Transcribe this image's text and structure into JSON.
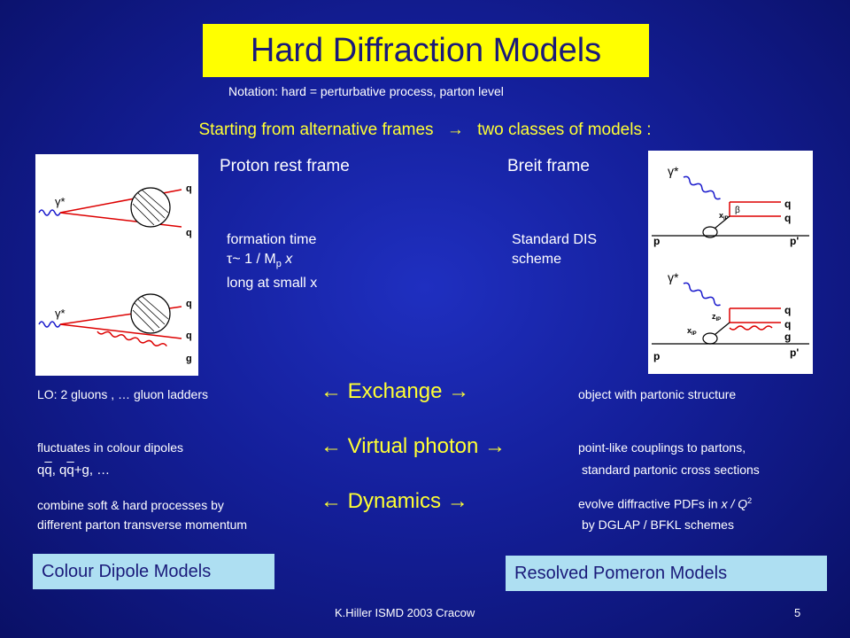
{
  "title": "Hard Diffraction Models",
  "notation": "Notation: hard = perturbative process, parton level",
  "intro": {
    "left": "Starting from alternative frames",
    "arrow": "→",
    "right": "two classes of models :"
  },
  "frames": {
    "proton_rest": "Proton rest frame",
    "breit": "Breit frame"
  },
  "proton_note": {
    "line1": "formation time",
    "line2_tau": "τ",
    "line2_rest": "~ 1 / M",
    "line2_sub": "p",
    "line2_x": " x",
    "line3": "long at small x"
  },
  "breit_note": {
    "line1": "Standard DIS",
    "line2": "scheme"
  },
  "diagrams": {
    "gamma": "γ*",
    "q": "q",
    "g": "g",
    "p": "p",
    "p_prime": "p'",
    "x_ip": "x",
    "ip": "IP",
    "beta": "β",
    "z_ip": "z"
  },
  "rows": {
    "exchange": {
      "left": "LO: 2 gluons , … gluon ladders",
      "label": "←   Exchange   →",
      "right": "object with partonic structure"
    },
    "virtual_photon": {
      "left1": "fluctuates in colour dipoles",
      "left2_a": "q",
      "left2_b": "q",
      "left2_c": ", q",
      "left2_d": "q",
      "left2_e": "+g, …",
      "label": "←  Virtual photon →",
      "right1": "point-like couplings to partons,",
      "right2": "standard partonic cross sections"
    },
    "dynamics": {
      "left1": "combine soft & hard processes by",
      "left2": "different parton transverse momentum",
      "label": "←    Dynamics    →",
      "right1_a": "evolve diffractive PDFs in ",
      "right1_b": "x / Q",
      "right1_sup": "2",
      "right2": "by DGLAP / BFKL schemes"
    }
  },
  "models": {
    "left": "Colour Dipole  Models",
    "right": "Resolved Pomeron Models"
  },
  "footer": {
    "author": "K.Hiller  ISMD 2003   Cracow",
    "page": "5"
  },
  "colors": {
    "title_bg": "#ffff00",
    "accent_yellow": "#ffff33",
    "model_box": "#aedff2"
  }
}
